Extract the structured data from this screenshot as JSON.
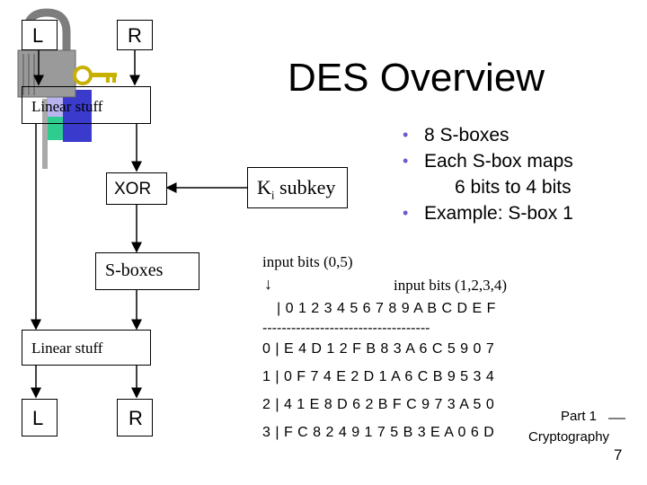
{
  "slide": {
    "title": "DES Overview",
    "footer_line1": "Part 1",
    "footer_line2": "Cryptography",
    "page_number": "7"
  },
  "diagram": {
    "top_left_label": "L",
    "top_right_label": "R",
    "linear_stuff_top": "Linear stuff",
    "xor_label": "XOR",
    "subkey_main": "K",
    "subkey_sub": "i",
    "subkey_suffix": " subkey",
    "sboxes_label": "S-boxes",
    "linear_stuff_bottom": "Linear stuff",
    "bottom_left_label": "L",
    "bottom_right_label": "R"
  },
  "bullets": [
    "8 S-boxes",
    "Each S-box maps",
    "Example: S-box 1"
  ],
  "bullet_continuation": "6 bits to 4 bits",
  "sbox": {
    "input_outer": "input bits (0,5)",
    "arrow": "↓",
    "input_inner": "input bits (1,2,3,4)",
    "header": "| 0 1 2 3 4 5 6 7 8 9 A B C D E F",
    "separator": "-----------------------------------",
    "rows": [
      "0 | E 4 D 1 2 F B 8 3 A 6 C 5 9 0 7",
      "1 | 0 F 7 4 E 2 D 1 A 6 C B 9 5 3 4",
      "2 | 4 1 E 8 D 6 2 B F C 9 7 3 A 5 0",
      "3 | F C 8 2 4 9 1 7 5 B 3 E A 0 6 D"
    ]
  },
  "colors": {
    "bullet": "#6a5acd",
    "deco_blue": "#3a3acc",
    "deco_green": "#2ecc8f",
    "deco_lavender": "#b9b3f0",
    "lock_gray": "#9a9a9a",
    "key_gold": "#c8b000"
  },
  "icons": [
    "padlock-icon",
    "key-icon"
  ]
}
